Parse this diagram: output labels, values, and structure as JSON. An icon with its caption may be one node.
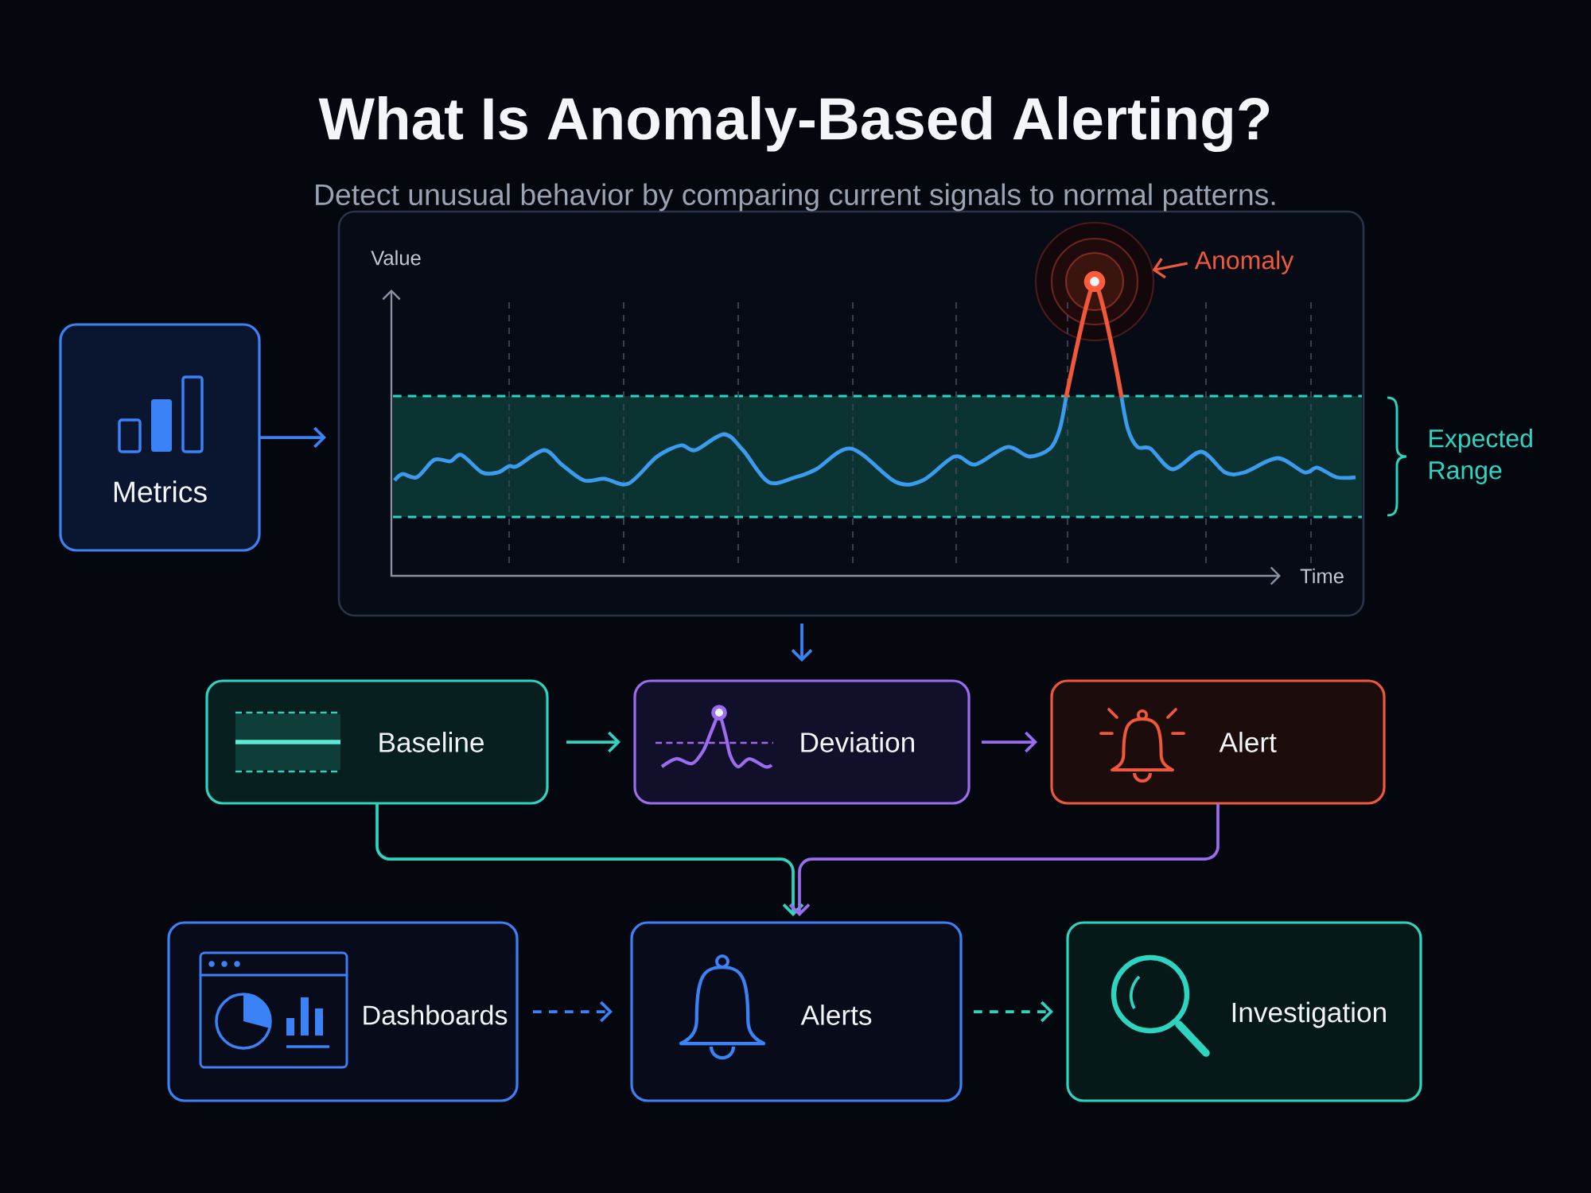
{
  "diagram": {
    "title": "What Is Anomaly-Based Alerting?",
    "nodes": [
      {
        "text": [
          "Metrics"
        ]
      },
      {
        "text": [],
        "shape": "box"
      },
      {
        "text": [],
        "shape": "circle",
        "in": 1
      },
      {
        "text": [
          "Anomaly"
        ],
        "in": 1
      },
      {
        "text": [
          "Baseline"
        ]
      },
      {
        "text": [
          "Deviation"
        ]
      },
      {
        "text": [
          "Alert"
        ]
      },
      {
        "text": [
          "Dashboards"
        ]
      },
      {
        "text": [
          "Alerts"
        ]
      },
      {
        "text": [
          "Investigation"
        ]
      }
    ],
    "edges": [
      {
        "from": 0,
        "to": 1,
        "arrow": "to"
      },
      {
        "from": 1,
        "to": 5,
        "arrow": "to"
      },
      {
        "from": 3,
        "to": 2,
        "arrow": "to",
        "color": "#f0583a"
      },
      {
        "from": 4,
        "to": 5,
        "arrow": "to",
        "color": "#2dd4bf"
      },
      {
        "from": 5,
        "to": 6,
        "arrow": "to",
        "color": "#9b6cf0"
      },
      {
        "from": 4,
        "to": 8,
        "arrow": "to",
        "color": "#2dd4bf"
      },
      {
        "from": 6,
        "to": 8,
        "arrow": "to",
        "color": "#9b6cf0"
      },
      {
        "from": 7,
        "to": 8,
        "arrow": "to",
        "style": "dashed"
      },
      {
        "from": 8,
        "to": 9,
        "arrow": "to",
        "style": "dashed",
        "color": "#2dd4bf"
      }
    ],
    "labels": [
      "Detect unusual behavior by comparing current signals to normal patterns.",
      "Value",
      "Expected Range",
      "Time"
    ]
  }
}
